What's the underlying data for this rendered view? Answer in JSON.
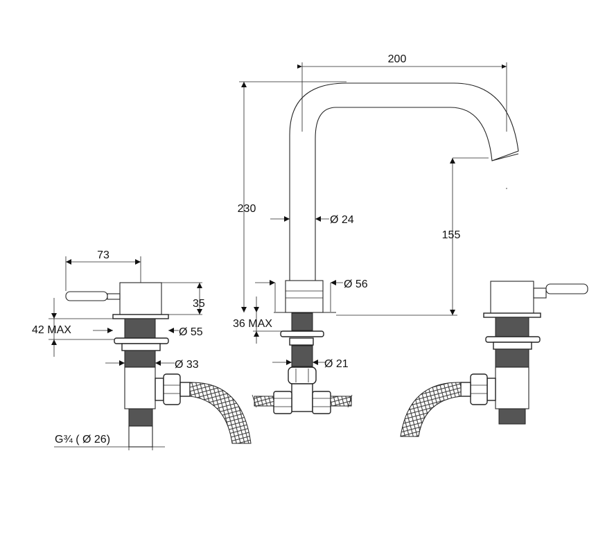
{
  "drawing": {
    "dimensions": {
      "spout_reach": "200",
      "spout_height": "230",
      "spout_clearance": "155",
      "spout_tube_dia": "Ø 24",
      "spout_base_dia": "Ø 56",
      "spout_deck_thickness": "36 MAX",
      "spout_shank_dia": "Ø 21",
      "handle_length": "73",
      "handle_body_height": "35",
      "handle_deck_thickness": "42 MAX",
      "handle_flange_dia": "Ø 55",
      "handle_shank_dia": "Ø 33",
      "connection_thread": "G¾ ( Ø 26)"
    }
  }
}
